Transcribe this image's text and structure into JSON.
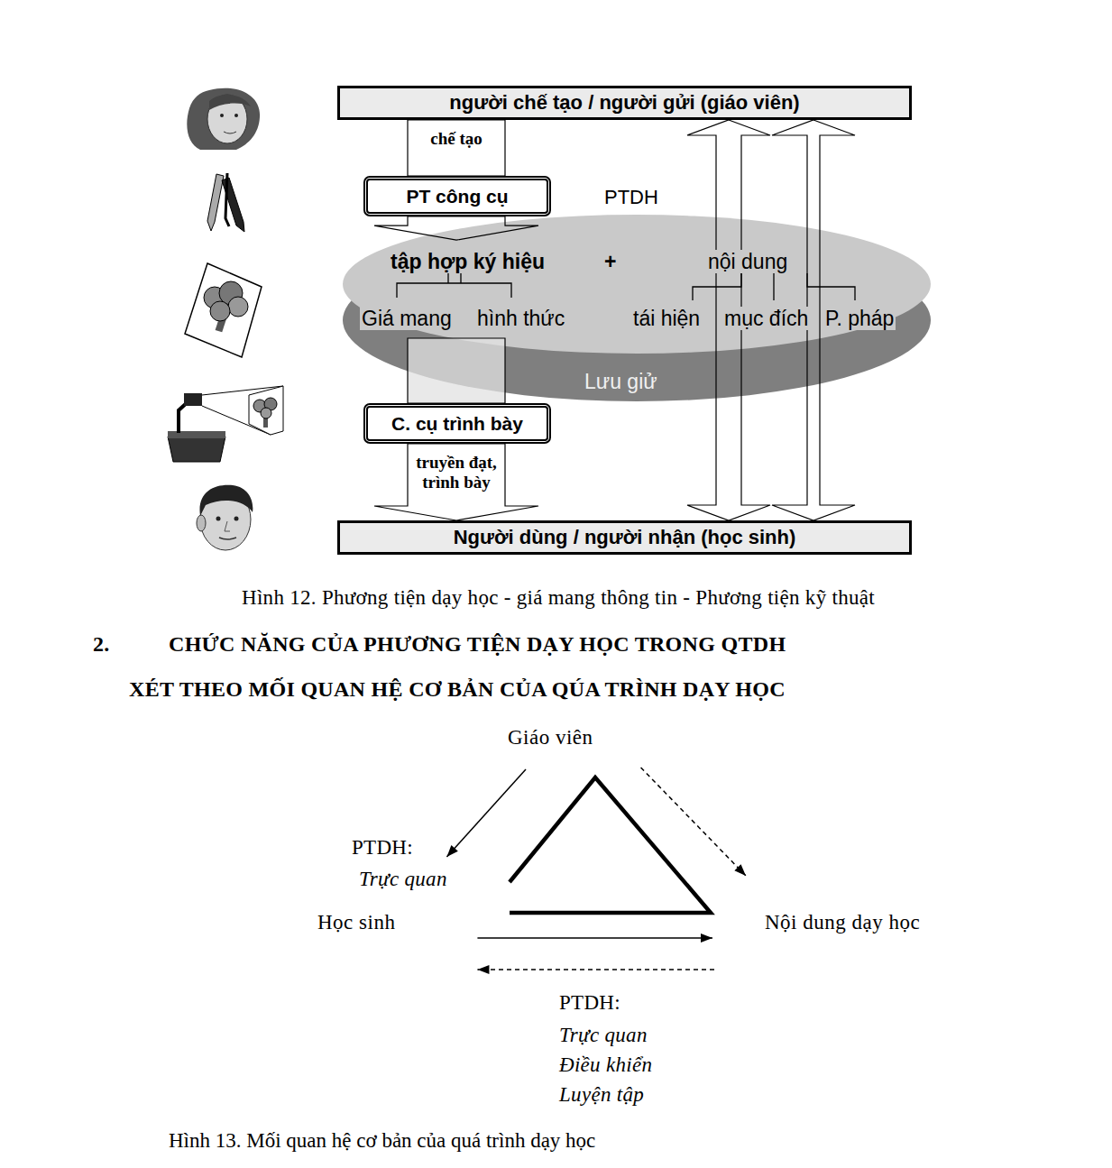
{
  "diagram": {
    "caption": "Hình 13. Mối quan hệ cơ bản của quá trình dạy học",
    "nodes": [
      {
        "text": [
          "người chế tạo / người gửi (giáo viên)"
        ]
      },
      {
        "text": [
          "PT công cụ"
        ]
      },
      {
        "text": [
          "PTDH",
          "tập hợp ký hiệu",
          "+",
          "nội dung",
          "Giá mang",
          "hình thức",
          "tái hiện",
          "mục đích",
          "P. pháp",
          "Lưu giử"
        ]
      },
      {
        "text": [
          "C. cụ trình bày"
        ]
      },
      {
        "text": [
          "Người dùng / người nhận (học sinh)"
        ]
      },
      {
        "text": [
          "Giáo viên"
        ]
      },
      {
        "text": [
          "Học sinh"
        ]
      },
      {
        "text": [
          "Nội dung dạy học"
        ]
      }
    ],
    "edges": [
      {
        "from": 0,
        "to": 1,
        "arrow": "none",
        "label": "chế tạo"
      },
      {
        "from": 1,
        "to": 2,
        "arrow": "to"
      },
      {
        "from": 2,
        "to": 3,
        "arrow": "none"
      },
      {
        "from": 3,
        "to": 4,
        "arrow": "to",
        "label": "truyền đạt, trình bày"
      },
      {
        "from": 0,
        "to": 4,
        "arrow": "both"
      },
      {
        "from": 0,
        "to": 4,
        "arrow": "both"
      },
      {
        "from": 5,
        "to": 6,
        "arrow": "to"
      },
      {
        "from": 5,
        "to": 7,
        "arrow": "to"
      },
      {
        "from": 6,
        "to": 7,
        "arrow": "to"
      },
      {
        "from": 7,
        "to": 6,
        "arrow": "to"
      }
    ],
    "labels": [
      "Hình 12. Phương tiện dạy học - giá mang thông tin - Phương tiện kỹ thuật",
      "2.",
      "CHỨC NĂNG CỦA PHƯƠNG TIỆN DẠY HỌC TRONG QTDH",
      "XÉT THEO MỐI QUAN HỆ CƠ BẢN CỦA QÚA TRÌNH DẠY HỌC",
      "PTDH:",
      "Trực quan",
      "PTDH:",
      "Trực quan",
      "Điều khiển",
      "Luyện tập"
    ]
  }
}
